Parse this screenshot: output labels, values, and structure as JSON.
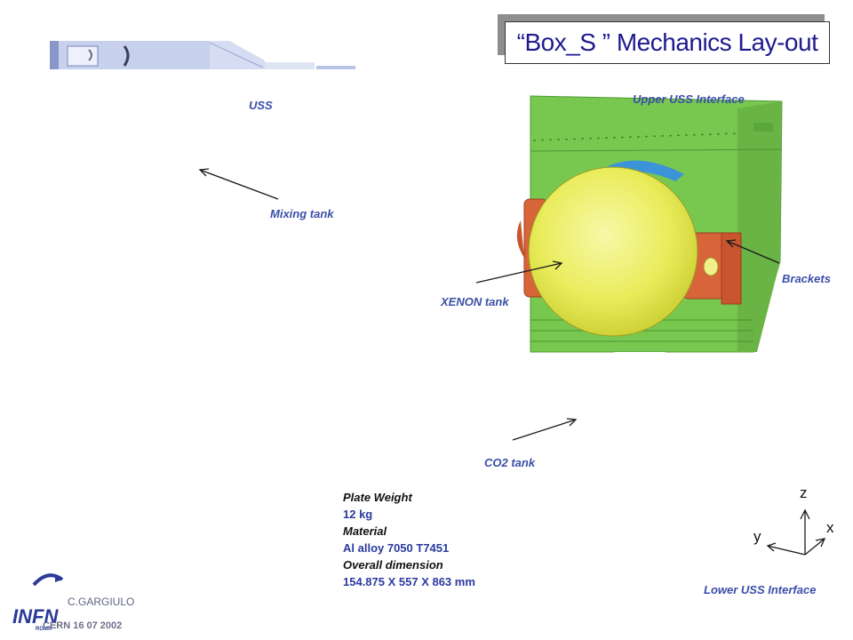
{
  "title": "“Box_S ” Mechanics Lay-out",
  "labels": {
    "uss": "USS",
    "upper_uss": "Upper USS Interface",
    "mixing_tank": "Mixing tank",
    "brackets": "Brackets",
    "xenon_tank": "XENON tank",
    "co2_tank": "CO2 tank",
    "lower_uss": "Lower USS Interface"
  },
  "specs": {
    "plate_weight_label": "Plate Weight",
    "plate_weight_value": "12 kg",
    "material_label": "Material",
    "material_value": "Al alloy 7050 T7451",
    "dimension_label": "Overall dimension",
    "dimension_value": "154.875 X 557 X 863 mm"
  },
  "axes": {
    "z": "z",
    "x": "x",
    "y": "y"
  },
  "footer": {
    "author": "C.GARGIULO",
    "place_date": "CERN 16 07 2002"
  },
  "logo": {
    "text": "INFN",
    "sub": "ROMA"
  },
  "colors": {
    "plate": "#78c850",
    "tank": "#e9ec5a",
    "bracket": "#d8643a",
    "label": "#3b4fa8",
    "title": "#1f1a8e"
  }
}
